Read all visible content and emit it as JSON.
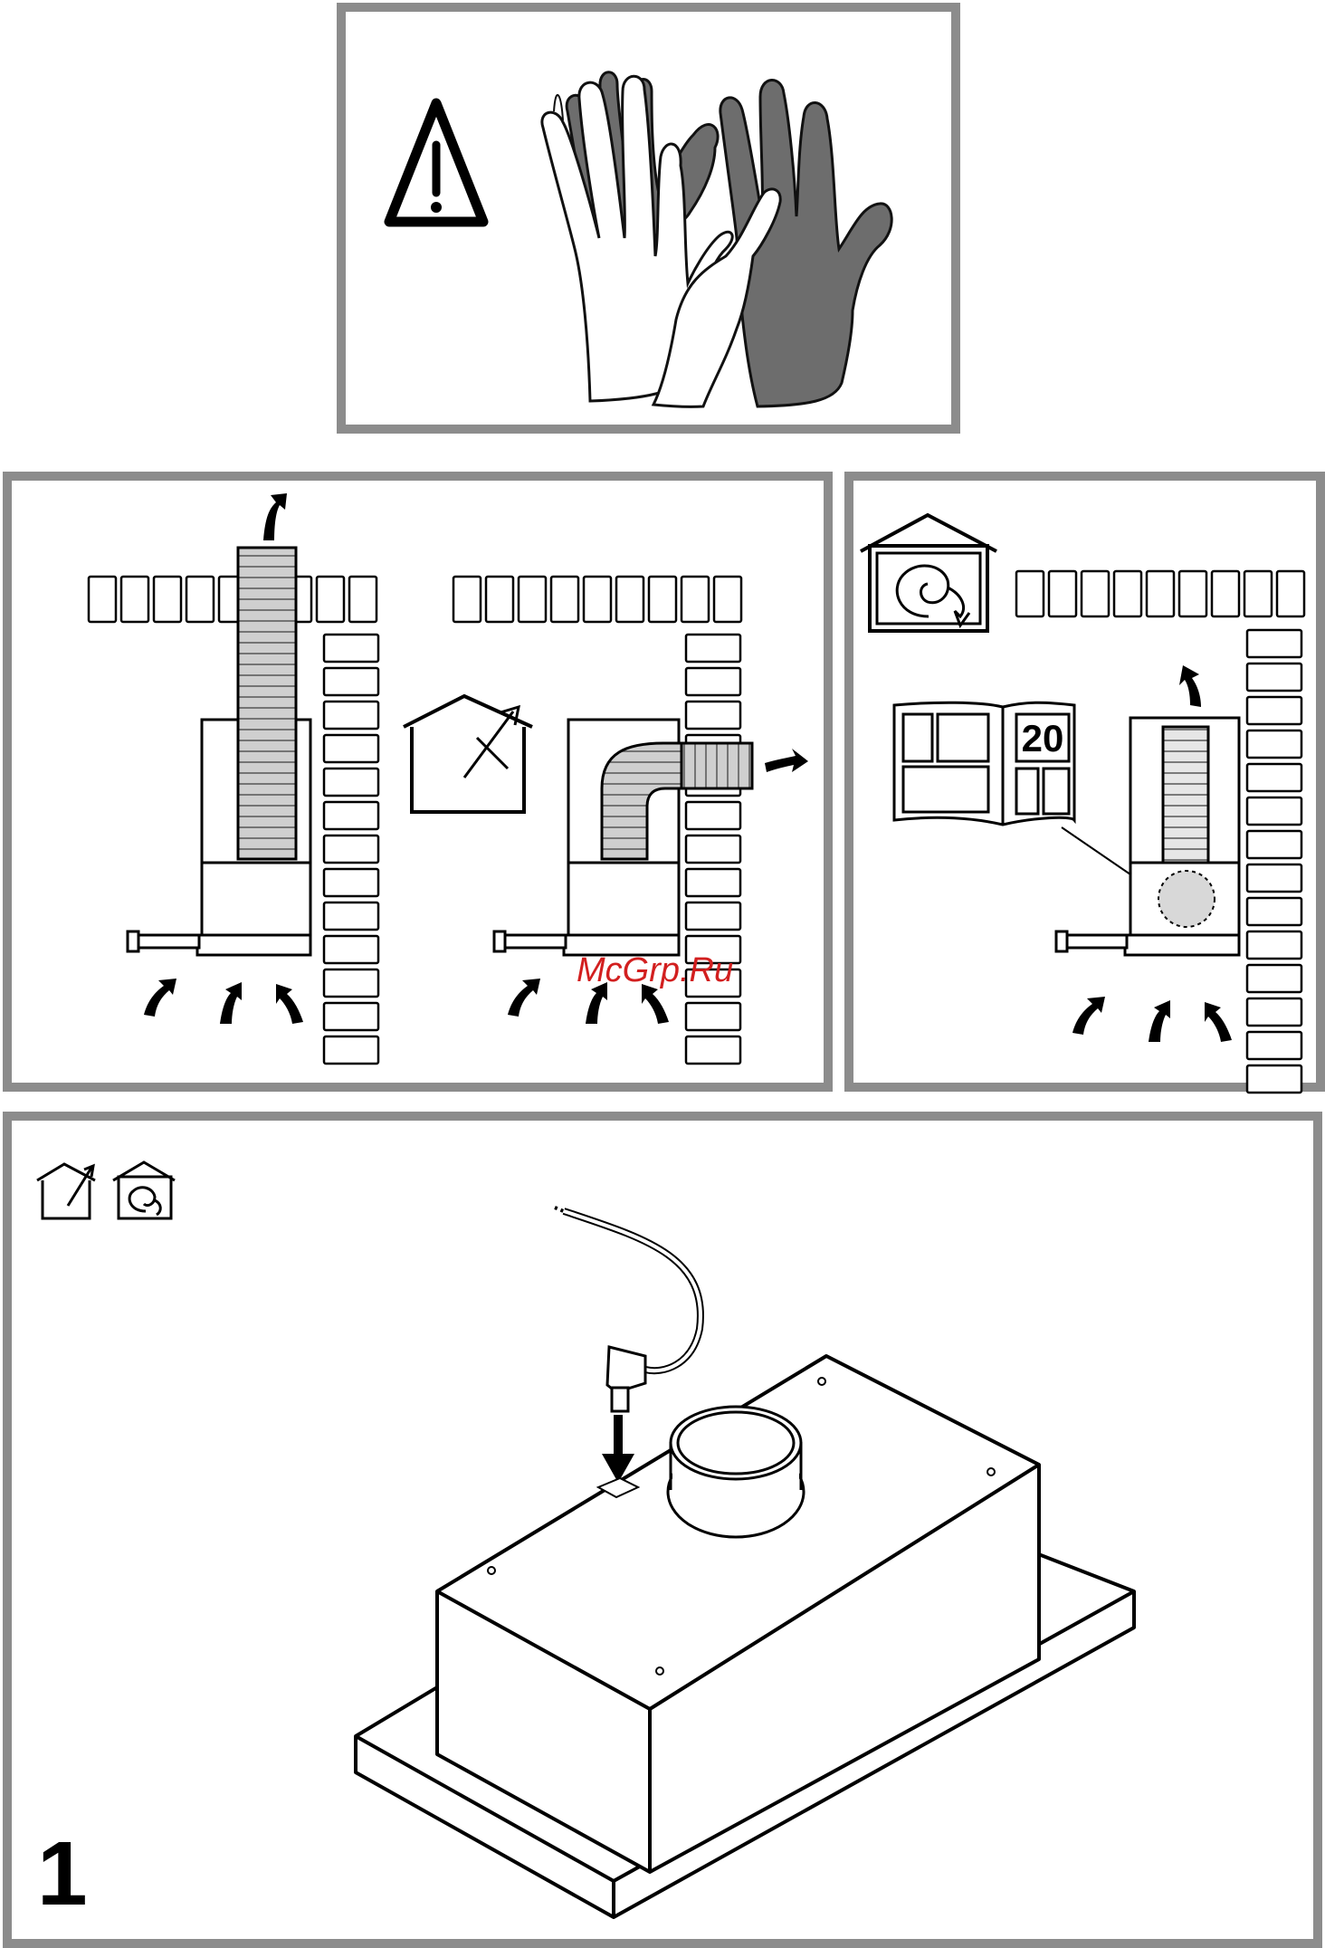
{
  "page_number": "1",
  "watermark": "McGrp.Ru",
  "booklet_page": "20",
  "colors": {
    "frame": "#8c8c8c",
    "watermark": "#d21f1f",
    "duct_fill": "#cfcfcf",
    "glove_dark": "#6d6d6d"
  },
  "icons": [
    "warning-icon",
    "work-gloves-icon",
    "extraction-house-icon",
    "recirculation-house-icon",
    "instruction-booklet-icon",
    "power-plug-icon"
  ]
}
